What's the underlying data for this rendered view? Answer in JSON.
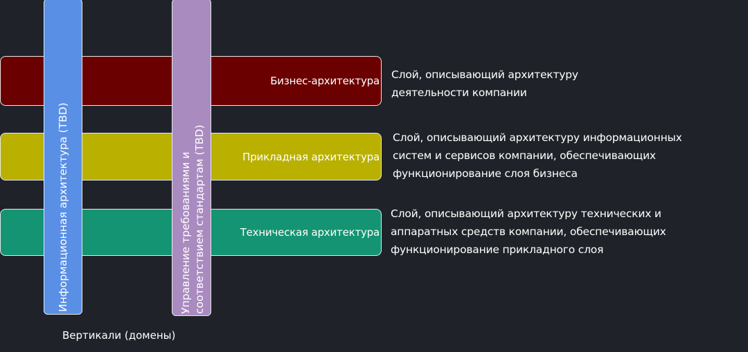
{
  "layers": [
    {
      "label": "Бизнес-архитектура",
      "color": "#6b0000",
      "description_lines": [
        "Слой, описывающий архитектуру",
        "деятельности компании"
      ]
    },
    {
      "label": "Прикладная архитектура",
      "color": "#b9b000",
      "description_lines": [
        "Слой, описывающий архитектуру информационных",
        "систем и сервисов компании, обеспечивающих",
        "функционирование слоя бизнеса"
      ]
    },
    {
      "label": "Техническая архитектура",
      "color": "#149473",
      "description_lines": [
        "Слой, описывающий архитектуру технических и",
        "аппаратных средств компании, обеспечивающих",
        "функционирование прикладного слоя"
      ]
    }
  ],
  "verticals": [
    {
      "lines": [
        "Информационная архитектура (TBD)"
      ],
      "color": "#5a8fe6"
    },
    {
      "lines": [
        "Управление требованиями и",
        "соответствием стандартам (TBD)"
      ],
      "color": "#a98bc0"
    }
  ],
  "caption": "Вертикали (домены)",
  "background_color": "#1f2329"
}
